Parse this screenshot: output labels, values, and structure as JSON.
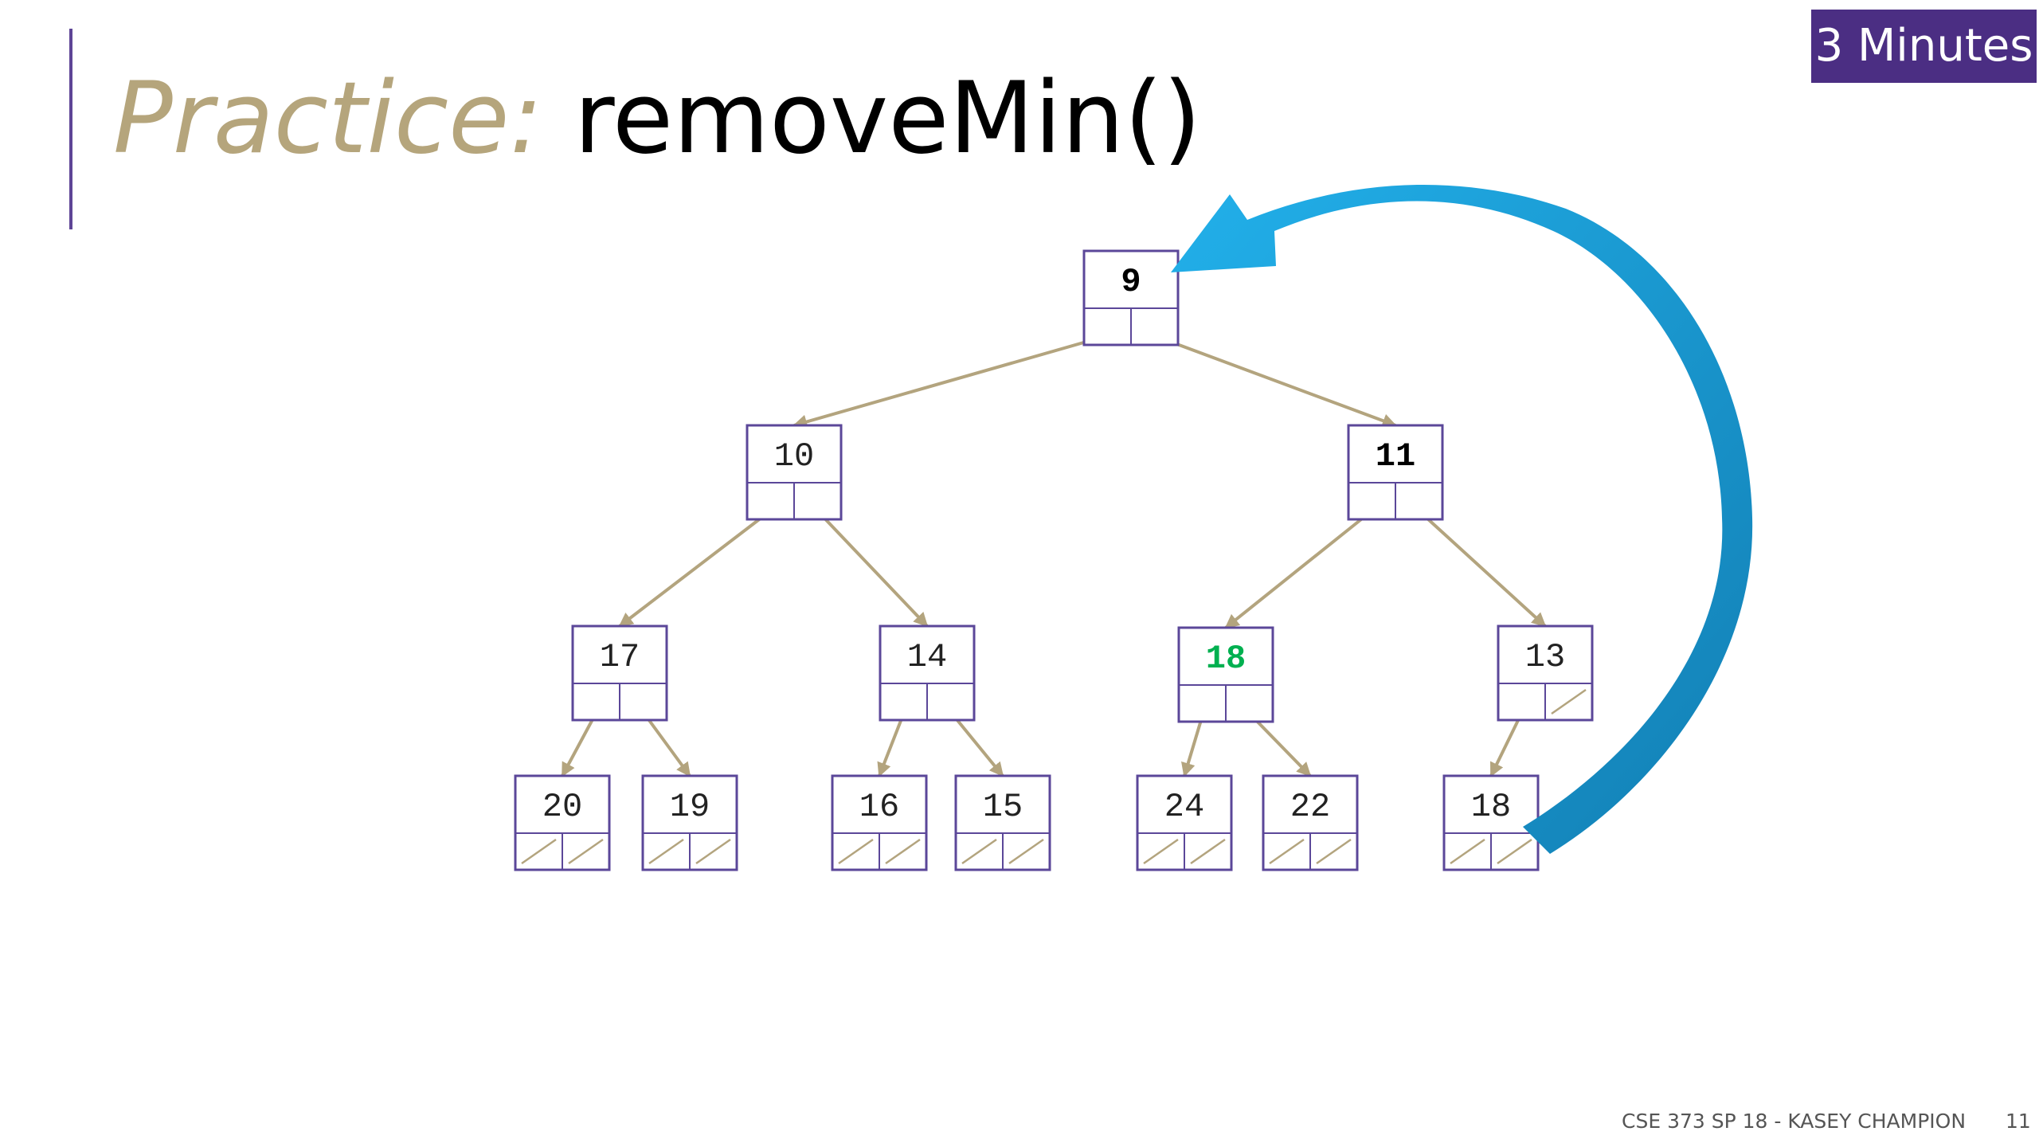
{
  "slide": {
    "title_emphasis": "Practice:",
    "title_main": "removeMin()",
    "timer": "3 Minutes",
    "footer_credit": "CSE 373 SP 18 - KASEY CHAMPION",
    "page_number": "11"
  },
  "colors": {
    "accent_purple": "#5e4596",
    "badge_purple": "#4b2e83",
    "gold": "#b5a57c",
    "edge_tan": "#b3a47e",
    "node_border": "#5b4799",
    "highlight_green": "#00b050",
    "arrow_blue": "#1a9ad6"
  },
  "heap": {
    "nodes": [
      {
        "id": "n0",
        "value": "9",
        "style": "bold"
      },
      {
        "id": "n1",
        "value": "10",
        "style": "normal"
      },
      {
        "id": "n2",
        "value": "11",
        "style": "bold"
      },
      {
        "id": "n3",
        "value": "17",
        "style": "normal"
      },
      {
        "id": "n4",
        "value": "14",
        "style": "normal"
      },
      {
        "id": "n5",
        "value": "18",
        "style": "highlight"
      },
      {
        "id": "n6",
        "value": "13",
        "style": "normal"
      },
      {
        "id": "n7",
        "value": "20",
        "style": "normal"
      },
      {
        "id": "n8",
        "value": "19",
        "style": "normal"
      },
      {
        "id": "n9",
        "value": "16",
        "style": "normal"
      },
      {
        "id": "n10",
        "value": "15",
        "style": "normal"
      },
      {
        "id": "n11",
        "value": "24",
        "style": "normal"
      },
      {
        "id": "n12",
        "value": "22",
        "style": "normal"
      },
      {
        "id": "n13",
        "value": "18",
        "style": "normal"
      }
    ],
    "edges": [
      [
        "n0",
        "n1"
      ],
      [
        "n0",
        "n2"
      ],
      [
        "n1",
        "n3"
      ],
      [
        "n1",
        "n4"
      ],
      [
        "n2",
        "n5"
      ],
      [
        "n2",
        "n6"
      ],
      [
        "n3",
        "n7"
      ],
      [
        "n3",
        "n8"
      ],
      [
        "n4",
        "n9"
      ],
      [
        "n4",
        "n10"
      ],
      [
        "n5",
        "n11"
      ],
      [
        "n5",
        "n12"
      ],
      [
        "n6",
        "n13"
      ]
    ],
    "move_arrow": {
      "from": "n13",
      "to": "n0"
    }
  }
}
